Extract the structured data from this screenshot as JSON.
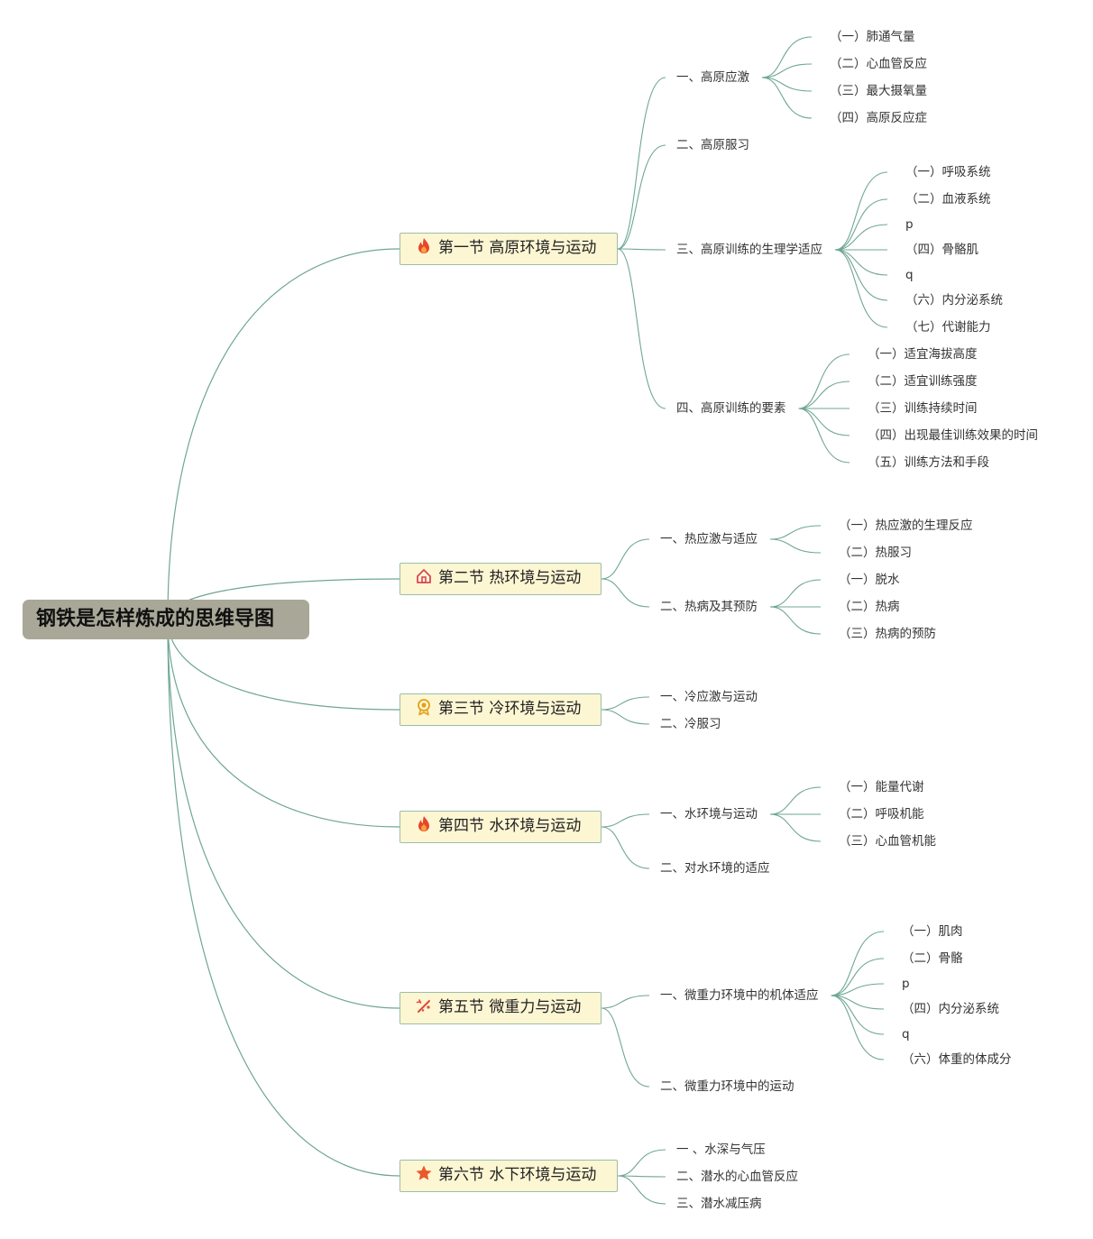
{
  "colors": {
    "line": "#6fa694",
    "root_bg": "#a9a898",
    "section_bg": "#fdf6d3",
    "section_border": "#9dbea6"
  },
  "root": {
    "label": "钢铁是怎样炼成的思维导图"
  },
  "sections": [
    {
      "label": "第一节 高原环境与运动",
      "icon": "flame-icon",
      "children": [
        {
          "label": "一、高原应激",
          "children": [
            {
              "label": "（一）肺通气量"
            },
            {
              "label": "（二）心血管反应"
            },
            {
              "label": "（三）最大摄氧量"
            },
            {
              "label": "（四）高原反应症"
            }
          ]
        },
        {
          "label": "二、高原服习",
          "children": []
        },
        {
          "label": "三、高原训练的生理学适应",
          "children": [
            {
              "label": "（一）呼吸系统"
            },
            {
              "label": "（二）血液系统"
            },
            {
              "label": "p"
            },
            {
              "label": "（四）骨骼肌"
            },
            {
              "label": "q"
            },
            {
              "label": "（六）内分泌系统"
            },
            {
              "label": "（七）代谢能力"
            }
          ]
        },
        {
          "label": "四、高原训练的要素",
          "children": [
            {
              "label": "（一）适宜海拔高度"
            },
            {
              "label": "（二）适宜训练强度"
            },
            {
              "label": "（三）训练持续时间"
            },
            {
              "label": "（四）出现最佳训练效果的时间"
            },
            {
              "label": "（五）训练方法和手段"
            }
          ]
        }
      ]
    },
    {
      "label": "第二节 热环境与运动",
      "icon": "house-icon",
      "children": [
        {
          "label": "一、热应激与适应",
          "children": [
            {
              "label": "（一）热应激的生理反应"
            },
            {
              "label": "（二）热服习"
            }
          ]
        },
        {
          "label": "二、热病及其预防",
          "children": [
            {
              "label": "（一）脱水"
            },
            {
              "label": "（二）热病"
            },
            {
              "label": "（三）热病的预防"
            }
          ]
        }
      ]
    },
    {
      "label": "第三节 冷环境与运动",
      "icon": "award-icon",
      "children": [
        {
          "label": "一、冷应激与运动",
          "children": []
        },
        {
          "label": "二、冷服习",
          "children": []
        }
      ]
    },
    {
      "label": "第四节 水环境与运动",
      "icon": "flame-icon",
      "children": [
        {
          "label": "一、水环境与运动",
          "children": [
            {
              "label": "（一）能量代谢"
            },
            {
              "label": "（二）呼吸机能"
            },
            {
              "label": "（三）心血管机能"
            }
          ]
        },
        {
          "label": "二、对水环境的适应",
          "children": []
        }
      ]
    },
    {
      "label": "第五节 微重力与运动",
      "icon": "sparkle-icon",
      "children": [
        {
          "label": "一、微重力环境中的机体适应",
          "children": [
            {
              "label": "（一）肌肉"
            },
            {
              "label": "（二）骨骼"
            },
            {
              "label": "p"
            },
            {
              "label": "（四）内分泌系统"
            },
            {
              "label": "q"
            },
            {
              "label": "（六）体重的体成分"
            }
          ]
        },
        {
          "label": "二、微重力环境中的运动",
          "children": []
        }
      ]
    },
    {
      "label": "第六节 水下环境与运动",
      "icon": "star-icon",
      "children": [
        {
          "label": "一 、水深与气压",
          "children": []
        },
        {
          "label": "二、潜水的心血管反应",
          "children": []
        },
        {
          "label": "三、潜水减压病",
          "children": []
        }
      ]
    }
  ]
}
